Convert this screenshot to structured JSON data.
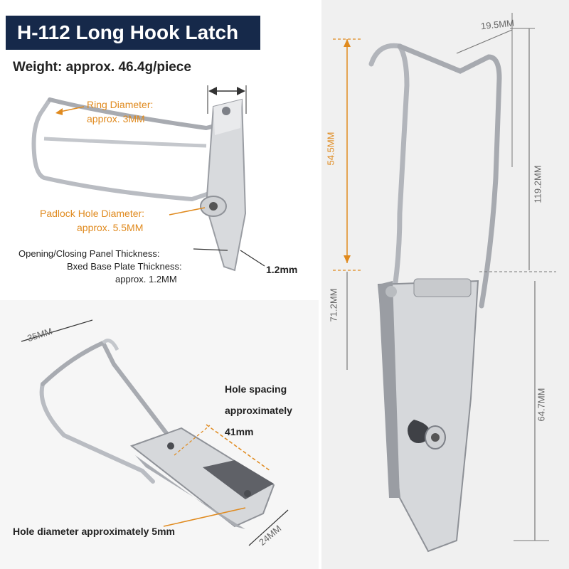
{
  "title": "H-112 Long Hook Latch",
  "weight": "Weight: approx. 46.4g/piece",
  "top_left": {
    "ring_label_1": "Ring Diameter:",
    "ring_label_2": "approx. 3MM",
    "padlock_label_1": "Padlock Hole Diameter:",
    "padlock_label_2": "approx. 5.5MM",
    "thickness_1": "Opening/Closing Panel Thickness:",
    "thickness_2": "Bxed Base Plate Thickness:",
    "thickness_3": "approx. 1.2MM",
    "plate_dim": "1.2mm"
  },
  "bottom_left": {
    "width_dim": "35MM",
    "spacing_1": "Hole spacing",
    "spacing_2": "approximately",
    "spacing_3": "41mm",
    "hole_label": "Hole diameter approximately 5mm",
    "base_dim": "24MM"
  },
  "right": {
    "top_width": "19.5MM",
    "hook_height": "54.5MM",
    "total_height": "119.2MM",
    "lower_height": "71.2MM",
    "base_height": "64.7MM"
  },
  "colors": {
    "title_bg": "#16294a",
    "accent": "#e08a1e"
  }
}
